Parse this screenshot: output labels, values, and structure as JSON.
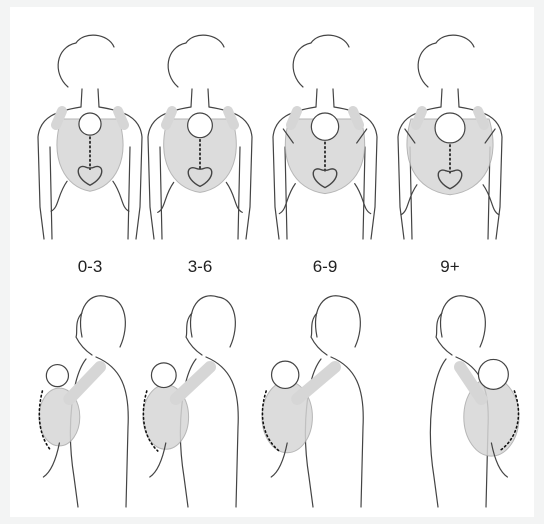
{
  "age_labels": [
    "0-3",
    "3-6",
    "6-9",
    "9+"
  ],
  "colors": {
    "background": "#f3f4f4",
    "panel": "#ffffff",
    "line": "#444444",
    "carrier_fill": "#d6d6d6",
    "carrier_stroke": "#aaaaaa",
    "spine": "#111111"
  }
}
